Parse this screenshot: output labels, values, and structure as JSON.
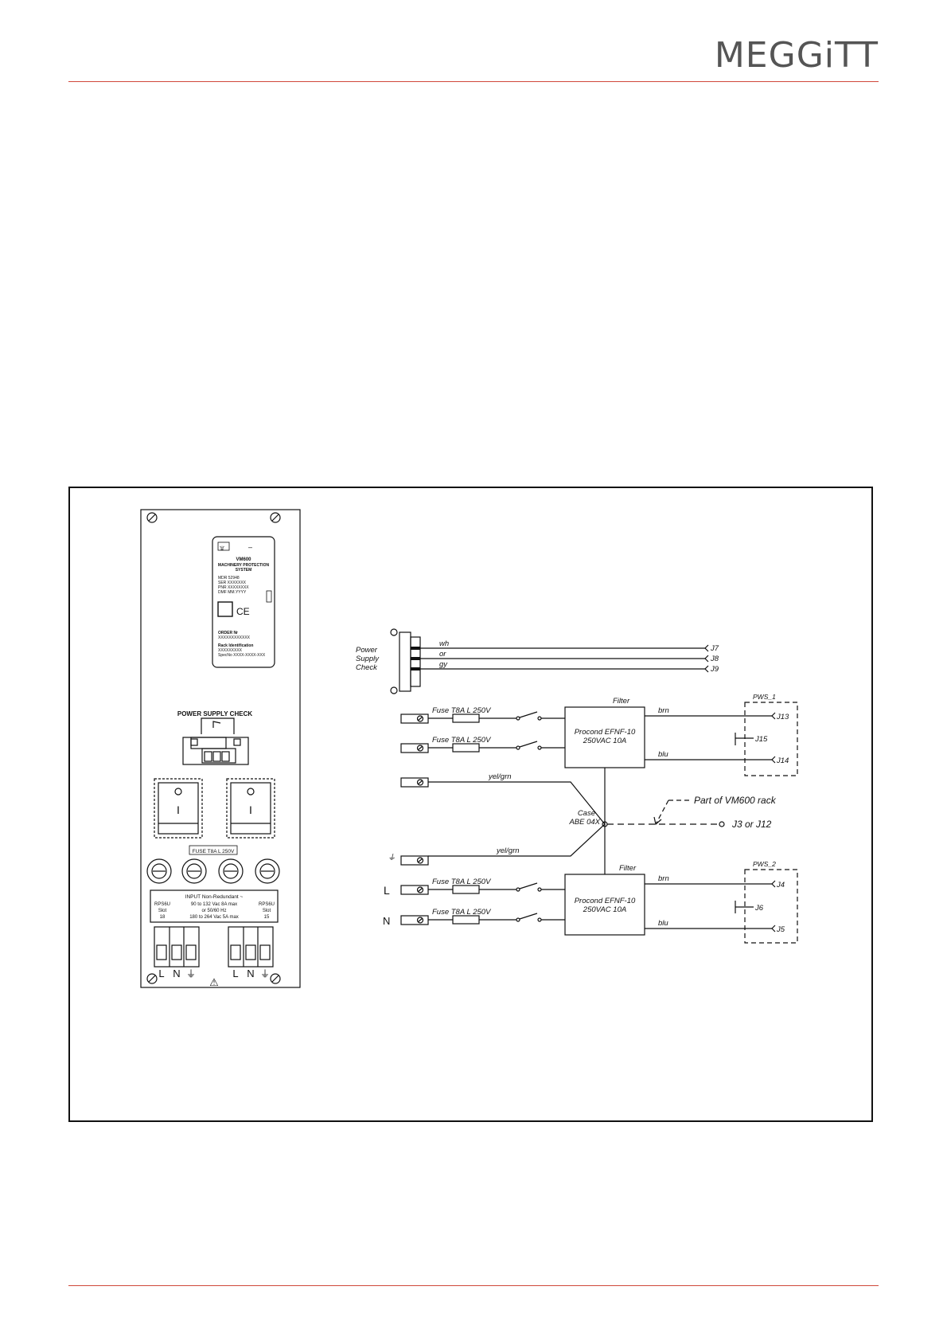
{
  "header": {
    "brand": "MEGGiTT",
    "accent_color": "#d0483a"
  },
  "panel": {
    "product_label": {
      "logo_char": "۩",
      "dash": "–",
      "title": "VM600",
      "subtitle_line1": "MACHINERY PROTECTION",
      "subtitle_line2": "SYSTEM",
      "mdr": "MDR  52948",
      "ser": "SER  XXXXXXX",
      "pnr": "PNR  XXXXXXXX",
      "date": "DMF  MM.YYYY",
      "ce": "CE",
      "order_label": "ORDER Nr",
      "order_value": "XXXXXXXXXXXX",
      "rack_label": "Rack Identification",
      "rack_value": "XXXXXXXXX",
      "specific": "SpecNo  XXXX-XXXX-XXX"
    },
    "power_supply_check": "POWER SUPPLY CHECK",
    "switch_symbol": "I",
    "fuse_label": "FUSE T8A L 250V",
    "input_label": {
      "line1": "INPUT  Non-Redundant  ~",
      "left_line1": "RPS6U",
      "left_line2": "Slot",
      "left_line3": "18",
      "right_line1": "RPS6U",
      "right_line2": "Slot",
      "right_line3": "15",
      "mid_line1": "90  to  132  Vac    8A  max",
      "mid_line2": "or          50/60  Hz",
      "mid_line3": "180  to  264  Vac   5A  max"
    },
    "terminals_left": [
      "L",
      "N",
      "⏚"
    ],
    "terminals_right": [
      "L",
      "N",
      "⏚"
    ],
    "warning": "⚠"
  },
  "schematic": {
    "psc_label": [
      "Power",
      "Supply",
      "Check"
    ],
    "wires_top": [
      "wh",
      "or",
      "gy"
    ],
    "jacks_top": [
      "J7",
      "J8",
      "J9"
    ],
    "fuse": "Fuse  T8A  L  250V",
    "filter_label": "Filter",
    "filter_box_line1": "Procond  EFNF-10",
    "filter_box_line2": "250VAC  10A",
    "brn": "brn",
    "blu": "blu",
    "yel_grn": "yel/grn",
    "pws1": "PWS_1",
    "pws1_jacks": [
      "J13",
      "J15",
      "J14"
    ],
    "pws2": "PWS_2",
    "pws2_jacks": [
      "J4",
      "J6",
      "J5"
    ],
    "case_line1": "Case",
    "case_line2": "ABE  04X",
    "part_of": "Part  of  VM600  rack",
    "j3_j12": "J3  or  J12",
    "earth_symbol": "⏚",
    "L": "L",
    "N": "N"
  }
}
